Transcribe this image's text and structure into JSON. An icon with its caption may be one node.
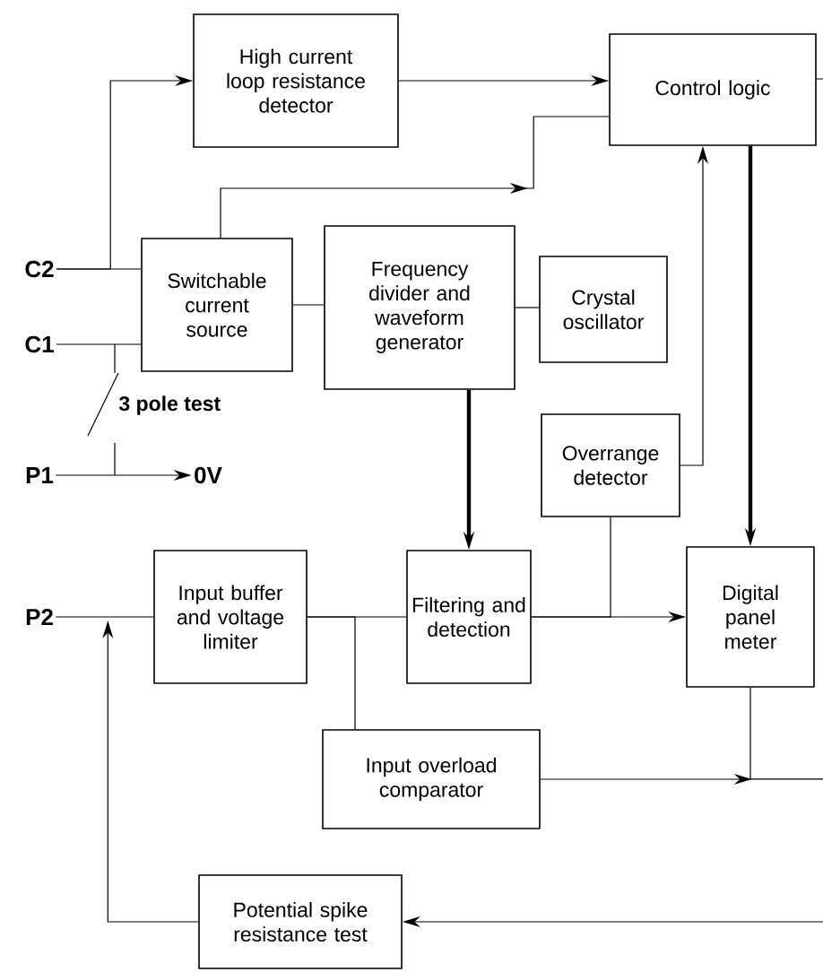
{
  "diagram": {
    "nodes": [
      {
        "text": [
          "High current loop resistance detector"
        ]
      },
      {
        "text": [
          "Control logic"
        ]
      },
      {
        "text": [
          "Switchable current source"
        ]
      },
      {
        "text": [
          "Frequency divider and waveform generator"
        ]
      },
      {
        "text": [
          "Crystal oscillator"
        ]
      },
      {
        "text": [
          "Overrange detector"
        ]
      },
      {
        "text": [
          "Input buffer and voltage limiter"
        ]
      },
      {
        "text": [
          "Filtering and detection"
        ]
      },
      {
        "text": [
          "Digital panel meter"
        ]
      },
      {
        "text": [
          "Input overload comparator"
        ]
      },
      {
        "text": [
          "Potential spike resistance test"
        ]
      },
      {
        "text": [
          "C2"
        ]
      },
      {
        "text": [
          "C1"
        ]
      },
      {
        "text": [
          "P1"
        ]
      },
      {
        "text": [
          "0V"
        ]
      },
      {
        "text": [
          "P2"
        ]
      }
    ],
    "edges": [
      {
        "from": 11,
        "to": 2,
        "arrow": "none"
      },
      {
        "from": 11,
        "to": 0,
        "arrow": "to"
      },
      {
        "from": 12,
        "to": 2,
        "arrow": "none"
      },
      {
        "from": 13,
        "to": 14,
        "arrow": "to"
      },
      {
        "from": 0,
        "to": 1,
        "arrow": "to"
      },
      {
        "from": 2,
        "to": 1,
        "arrow": "to"
      },
      {
        "from": 2,
        "to": 3,
        "arrow": "none"
      },
      {
        "from": 3,
        "to": 4,
        "arrow": "none"
      },
      {
        "from": 3,
        "to": 7,
        "arrow": "to",
        "style": "thick"
      },
      {
        "from": 5,
        "to": 1,
        "arrow": "to"
      },
      {
        "from": 1,
        "to": 8,
        "arrow": "to",
        "style": "thick"
      },
      {
        "from": 15,
        "to": 6,
        "arrow": "none"
      },
      {
        "from": 6,
        "to": 7,
        "arrow": "none"
      },
      {
        "from": 6,
        "to": 9,
        "arrow": "none"
      },
      {
        "from": 7,
        "to": 8,
        "arrow": "to"
      },
      {
        "from": 7,
        "to": 5,
        "arrow": "none"
      },
      {
        "from": 9,
        "to": null,
        "arrow": "to"
      },
      {
        "from": 8,
        "to": null,
        "arrow": "none"
      },
      {
        "from": 1,
        "to": null,
        "arrow": "none"
      },
      {
        "from": null,
        "to": 10,
        "arrow": "to"
      },
      {
        "from": 10,
        "to": 15,
        "arrow": "to"
      }
    ],
    "labels": [
      "3 pole test"
    ]
  }
}
